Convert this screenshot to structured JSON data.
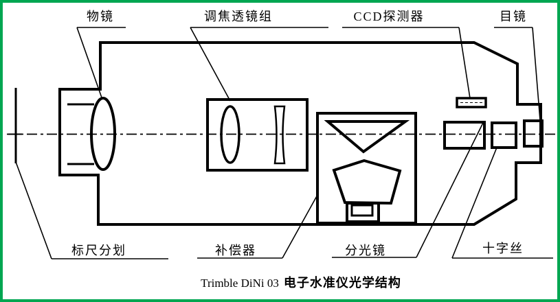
{
  "diagram": {
    "kind": "optical-structure-diagram",
    "title": {
      "en": "Trimble DiNi 03",
      "zh": "电子水准仪光学结构"
    },
    "labels": {
      "objective": "物镜",
      "focusing_lens_group": "调焦透镜组",
      "ccd_detector": "CCD探测器",
      "eyepiece": "目镜",
      "staff_graduation": "标尺分划",
      "compensator": "补偿器",
      "beam_splitter": "分光镜",
      "crosshair": "十字丝"
    },
    "colors": {
      "frame": "#00a651",
      "lines": "#000000",
      "background": "#ffffff"
    }
  }
}
